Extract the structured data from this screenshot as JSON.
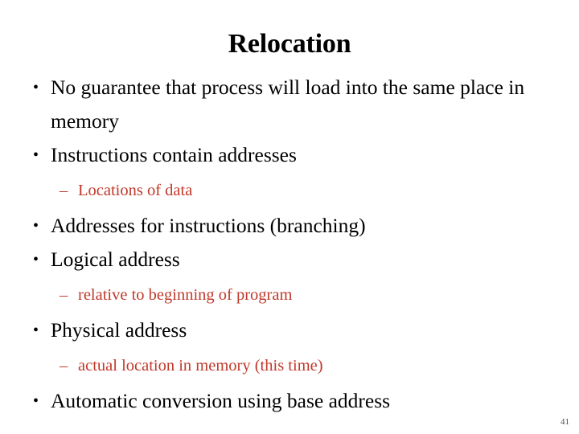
{
  "slide": {
    "title": "Relocation",
    "page_number": "41",
    "colors": {
      "title_text": "#000000",
      "level1_text": "#000000",
      "level2_text": "#C0392B",
      "background": "#FFFFFF",
      "page_number_text": "#4A4A4A"
    },
    "bullets": [
      {
        "level": 1,
        "marker": "•",
        "text": "No guarantee that process will load into the same place in memory"
      },
      {
        "level": 1,
        "marker": "•",
        "text": "Instructions contain addresses"
      },
      {
        "level": 2,
        "marker": "–",
        "text": "Locations of data"
      },
      {
        "level": 1,
        "marker": "•",
        "text": "Addresses for instructions (branching)"
      },
      {
        "level": 1,
        "marker": "•",
        "text": "Logical address"
      },
      {
        "level": 2,
        "marker": "–",
        "text": "relative to beginning of program"
      },
      {
        "level": 1,
        "marker": "•",
        "text": "Physical address"
      },
      {
        "level": 2,
        "marker": "–",
        "text": "actual location in memory (this time)"
      },
      {
        "level": 1,
        "marker": "•",
        "text": "Automatic conversion using base address"
      }
    ]
  }
}
